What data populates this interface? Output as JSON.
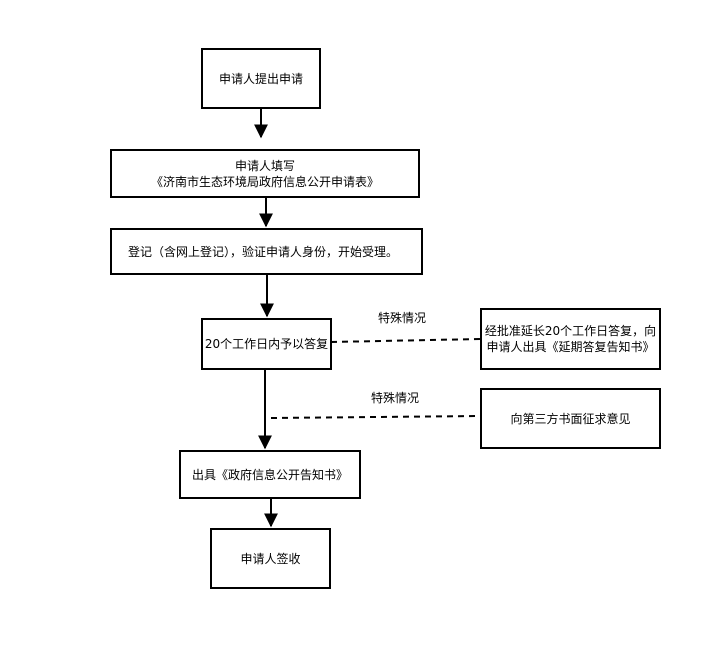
{
  "nodes": {
    "apply": {
      "text": "申请人提出申请"
    },
    "fill_form": {
      "line1": "申请人填写",
      "line2": "《济南市生态环境局政府信息公开申请表》"
    },
    "register": {
      "text": "登记（含网上登记），验证申请人身份，开始受理。"
    },
    "reply_20_days": {
      "text": "20个工作日内予以答复"
    },
    "extension": {
      "line1": "经批准延长20个工作日答复，向",
      "line2": "申请人出具《延期答复告知书》"
    },
    "third_party": {
      "text": "向第三方书面征求意见"
    },
    "issue_notice": {
      "text": "出具《政府信息公开告知书》"
    },
    "sign_receipt": {
      "text": "申请人签收"
    }
  },
  "edge_labels": {
    "special_case_1": "特殊情况",
    "special_case_2": "特殊情况"
  },
  "colors": {
    "stroke": "#000000",
    "background": "#ffffff"
  }
}
